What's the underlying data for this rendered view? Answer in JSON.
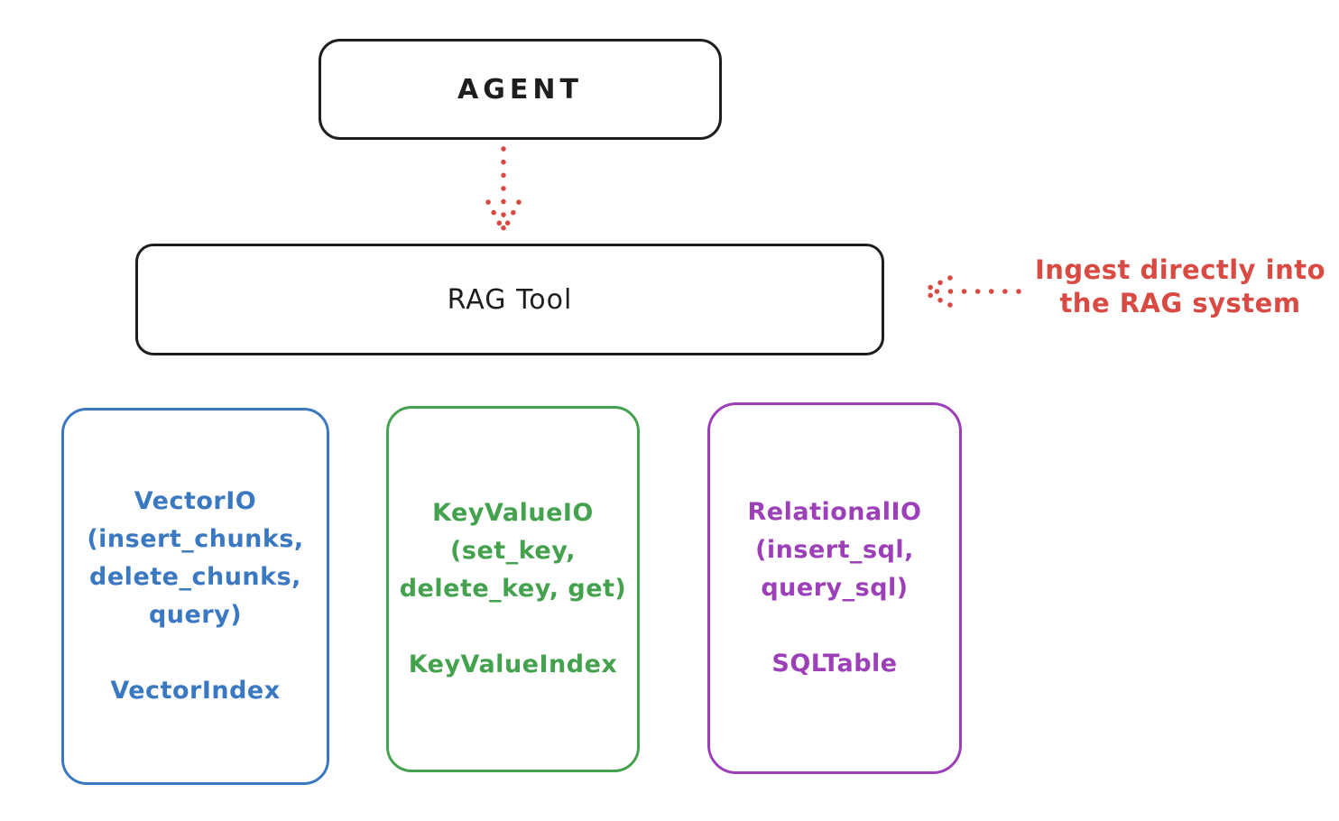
{
  "nodes": {
    "agent": {
      "label": "AGENT"
    },
    "rag_tool": {
      "label": "RAG Tool"
    }
  },
  "annotation": {
    "line1": "Ingest directly into",
    "line2": "the RAG system"
  },
  "backends": [
    {
      "id": "vector-io",
      "lines": [
        "VectorIO",
        "(insert_chunks,",
        "delete_chunks,",
        "query)"
      ],
      "index_label": "VectorIndex",
      "color": "#3b78c2"
    },
    {
      "id": "keyvalue-io",
      "lines": [
        "KeyValueIO",
        "(set_key,",
        "delete_key, get)"
      ],
      "index_label": "KeyValueIndex",
      "color": "#44a24e"
    },
    {
      "id": "relational-io",
      "lines": [
        "RelationalIO",
        "(insert_sql,",
        "query_sql)"
      ],
      "index_label": "SQLTable",
      "color": "#9c3fb8"
    }
  ],
  "colors": {
    "stroke": "#1e1e1e",
    "arrow_red": "#d84a42",
    "blue": "#3b78c2",
    "green": "#44a24e",
    "purple": "#9c3fb8"
  }
}
